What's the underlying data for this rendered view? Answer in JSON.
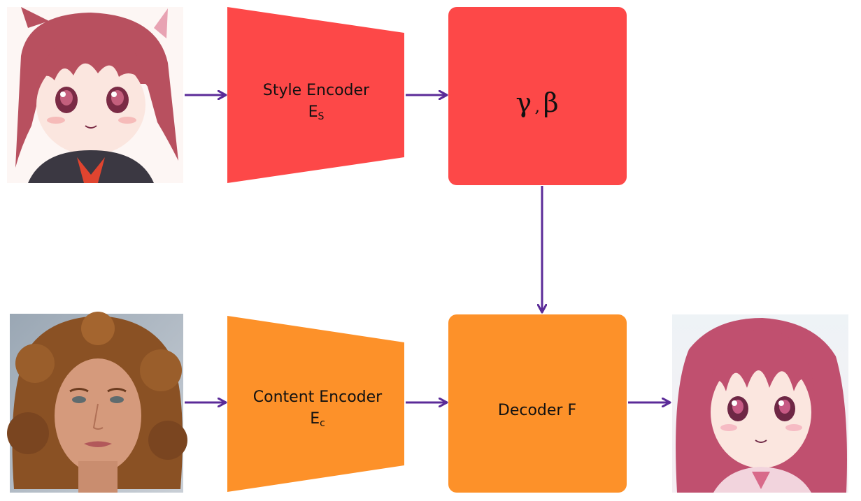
{
  "colors": {
    "style_block": "#fd4848",
    "content_block": "#fd9129",
    "arrow": "#5b2b98",
    "anime_hair": "#b8505f",
    "anime_skin": "#fbe6df",
    "photo_hair": "#8a5124",
    "photo_skin": "#d59a7c",
    "output_hair": "#c0506f"
  },
  "style_encoder": {
    "label": "Style Encoder",
    "symbol": "E",
    "subscript": "S"
  },
  "style_params": {
    "gamma": "γ",
    "separator": ",",
    "beta": "β"
  },
  "content_encoder": {
    "label": "Content Encoder",
    "symbol": "E",
    "subscript": "c"
  },
  "decoder": {
    "label": "Decoder F"
  },
  "images": {
    "style_reference": "anime-girl-style-image",
    "content_input": "woman-photo-content-image",
    "output": "anime-girl-output-image"
  }
}
